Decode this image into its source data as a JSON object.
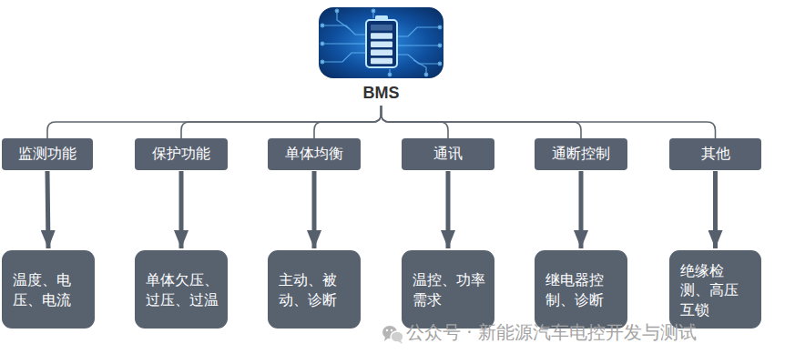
{
  "diagram": {
    "nodes": [
      {
        "text": [
          "BMS"
        ]
      },
      {
        "text": [
          "监测功能"
        ]
      },
      {
        "text": [
          "保护功能"
        ]
      },
      {
        "text": [
          "单体均衡"
        ]
      },
      {
        "text": [
          "通讯"
        ]
      },
      {
        "text": [
          "通断控制"
        ]
      },
      {
        "text": [
          "其他"
        ]
      },
      {
        "text": [
          "温度、电压、电流"
        ]
      },
      {
        "text": [
          "单体欠压、过压、过温"
        ]
      },
      {
        "text": [
          "主动、被动、诊断"
        ]
      },
      {
        "text": [
          "温控、功率需求"
        ]
      },
      {
        "text": [
          "继电器控制、诊断"
        ]
      },
      {
        "text": [
          "绝缘检测、高压互锁"
        ]
      }
    ],
    "edges": [
      {
        "from": 0,
        "to": 1,
        "arrow": "none"
      },
      {
        "from": 0,
        "to": 2,
        "arrow": "none"
      },
      {
        "from": 0,
        "to": 3,
        "arrow": "none"
      },
      {
        "from": 0,
        "to": 4,
        "arrow": "none"
      },
      {
        "from": 0,
        "to": 5,
        "arrow": "none"
      },
      {
        "from": 0,
        "to": 6,
        "arrow": "none"
      },
      {
        "from": 1,
        "to": 7,
        "arrow": "to"
      },
      {
        "from": 2,
        "to": 8,
        "arrow": "to"
      },
      {
        "from": 3,
        "to": 9,
        "arrow": "to"
      },
      {
        "from": 4,
        "to": 10,
        "arrow": "to"
      },
      {
        "from": 5,
        "to": 11,
        "arrow": "to"
      },
      {
        "from": 6,
        "to": 12,
        "arrow": "to"
      }
    ],
    "labels": [
      "公众号 · 新能源汽车电控开发与测试"
    ]
  }
}
